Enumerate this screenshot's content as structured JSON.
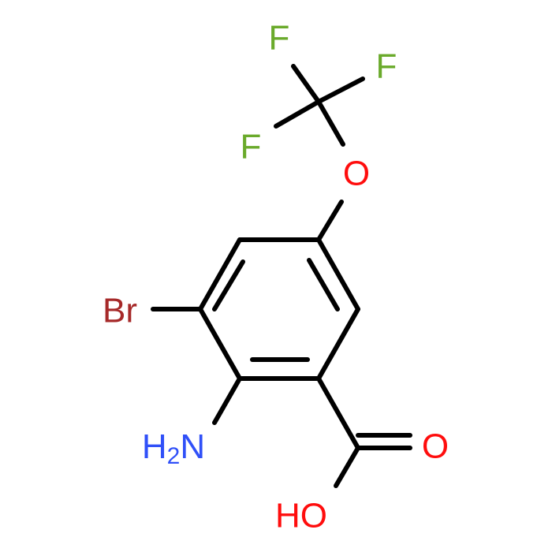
{
  "molecule": {
    "atoms": [
      {
        "symbol": "F",
        "color": "#6aaa2b"
      },
      {
        "symbol": "F",
        "color": "#6aaa2b"
      },
      {
        "symbol": "F",
        "color": "#6aaa2b"
      },
      {
        "symbol": "O",
        "color": "#ff0d0d"
      },
      {
        "symbol": "Br",
        "color": "#a62929"
      },
      {
        "symbol": "H",
        "subscript": "2",
        "suffix": "N",
        "color": "#3050f8"
      },
      {
        "symbol": "O",
        "color": "#ff0d0d"
      },
      {
        "symbol": "HO",
        "color": "#ff0d0d"
      }
    ]
  }
}
